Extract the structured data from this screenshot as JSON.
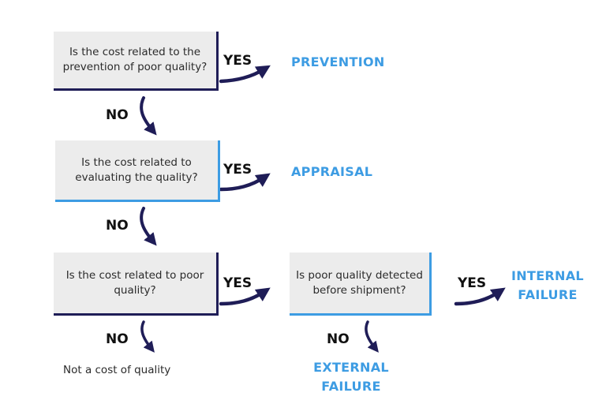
{
  "questions": {
    "q1": "Is the cost related to the prevention of poor quality?",
    "q2": "Is the cost related to evaluating the quality?",
    "q3": "Is the cost related to poor quality?",
    "q4": "Is poor quality detected before shipment?"
  },
  "labels": {
    "yes": "YES",
    "no": "NO"
  },
  "outcomes": {
    "prevention": "PREVENTION",
    "appraisal": "APPRAISAL",
    "internal_failure_line1": "INTERNAL",
    "internal_failure_line2": "FAILURE",
    "external_failure_line1": "EXTERNAL",
    "external_failure_line2": "FAILURE",
    "not_cost_of_quality": "Not a cost of quality"
  },
  "colors": {
    "navy": "#1f1d57",
    "blue": "#3d9ce3",
    "box_fill": "#ececec"
  }
}
